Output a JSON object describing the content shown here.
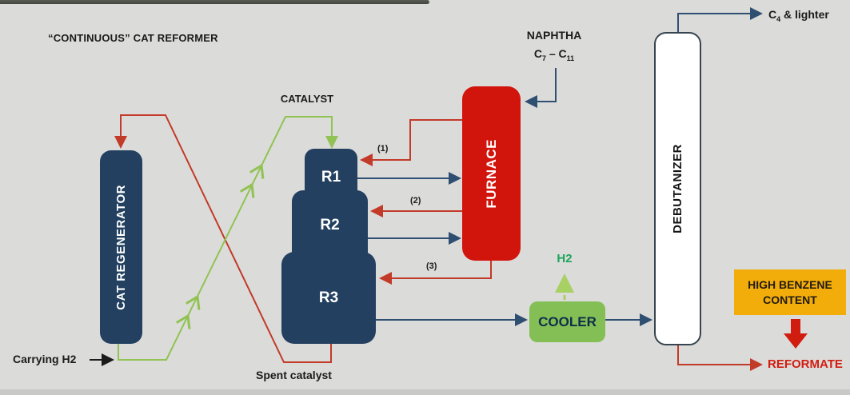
{
  "title": "“CONTINUOUS” CAT REFORMER",
  "equipment": {
    "cat_regenerator": "CAT REGENERATOR",
    "reactor1": "R1",
    "reactor2": "R2",
    "reactor3": "R3",
    "furnace": "FURNACE",
    "cooler": "COOLER",
    "debutanizer": "DEBUTANIZER"
  },
  "labels": {
    "catalyst": "CATALYST",
    "spent_catalyst": "Spent catalyst",
    "carrying_h2": "Carrying H2",
    "naphtha": "NAPHTHA",
    "naphtha_c1": "C",
    "naphtha_c1_sub": "7",
    "naphtha_dash": " – ",
    "naphtha_c2": "C",
    "naphtha_c2_sub": "11",
    "h2": "H2",
    "c4": "C",
    "c4_sub": "4",
    "c4_rest": " & lighter",
    "reformate": "REFORMATE",
    "stream1": "(1)",
    "stream2": "(2)",
    "stream3": "(3)"
  },
  "callout": {
    "line1": "HIGH BENZENE",
    "line2": "CONTENT"
  },
  "colors": {
    "background": "#dbdbd9",
    "vessel_navy": "#234060",
    "furnace_red": "#d2150c",
    "line_red": "#c23a28",
    "line_blue": "#2f4f72",
    "line_green": "#90c353",
    "cooler_green": "#84bf55",
    "h2_text_green": "#1ea45c",
    "benzene_yellow": "#f3ad0b",
    "reformate_red": "#d11c10"
  }
}
